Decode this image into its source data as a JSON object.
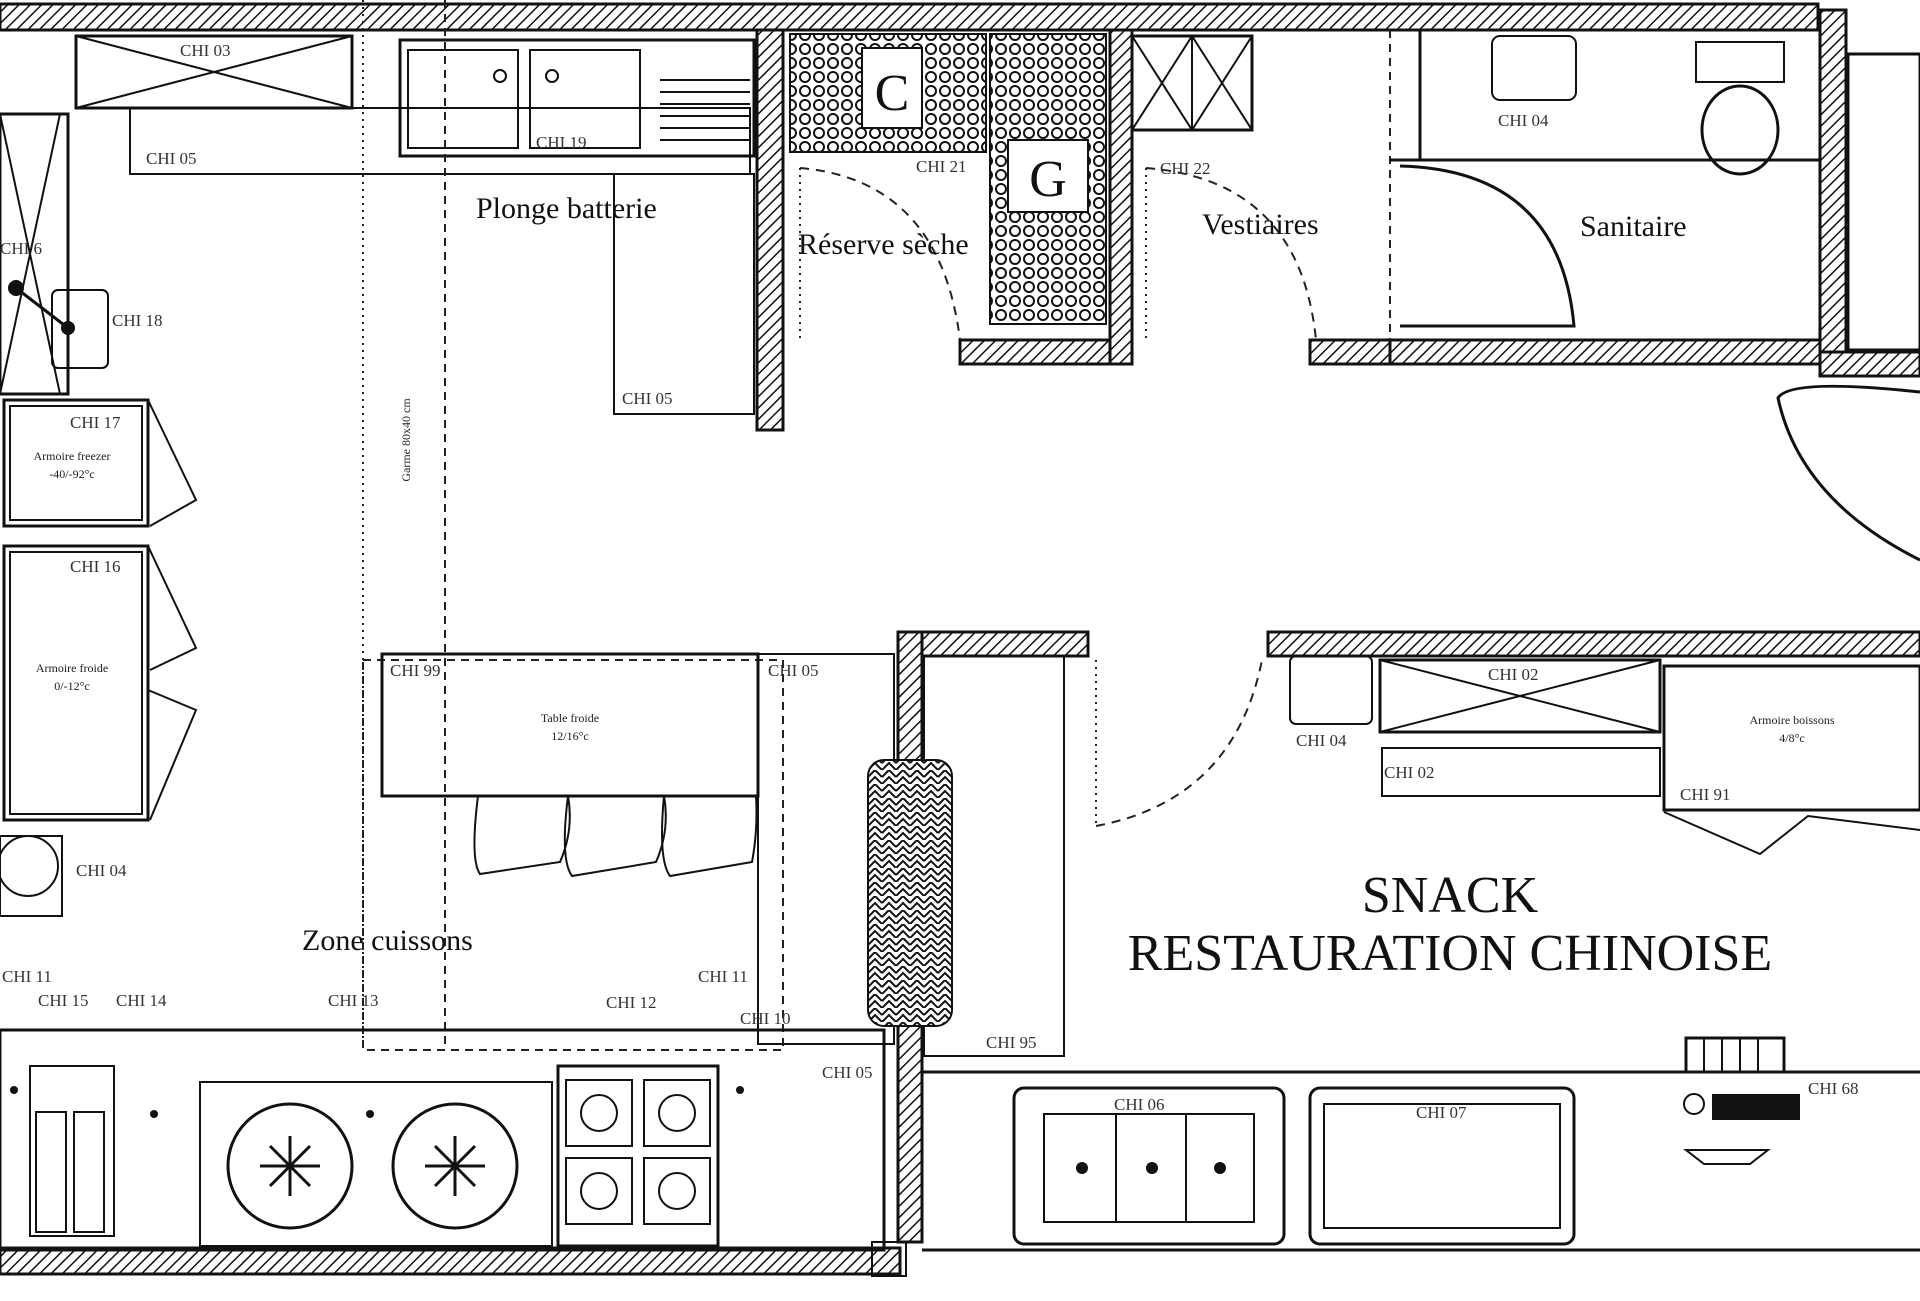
{
  "rooms": {
    "plonge": "Plonge batterie",
    "reserve": "Réserve sèche",
    "vestiaires": "Vestiaires",
    "sanitaire": "Sanitaire",
    "zone_cuissons": "Zone cuissons"
  },
  "snack": {
    "line1": "SNACK",
    "line2": "RESTAURATION CHINOISE"
  },
  "letters": {
    "c": "C",
    "g": "G"
  },
  "equipment": {
    "armoire_freezer": [
      "Armoire freezer",
      "-40/-92°c"
    ],
    "armoire_froide": [
      "Armoire froide",
      "0/-12°c"
    ],
    "table_froide": [
      "Table froide",
      "12/16°c"
    ],
    "armoire_boissons": [
      "Armoire boissons",
      "4/8°c"
    ],
    "hotte_vertical": "Garme 80x40 cm"
  },
  "tags": {
    "t03": "CHI 03",
    "t05a": "CHI 05",
    "t19": "CHI 19",
    "t21": "CHI 21",
    "t22": "CHI 22",
    "t04a": "CHI 04",
    "t6": "CHI 6",
    "t18": "CHI 18",
    "t05b": "CHI 05",
    "t17": "CHI 17",
    "t16": "CHI 16",
    "t99": "CHI 99",
    "t05c": "CHI 05",
    "t04b": "CHI 04",
    "t11": "CHI 11",
    "t15": "CHI 15",
    "t14": "CHI 14",
    "t13": "CHI 13",
    "t12": "CHI 12",
    "t11b": "CHI 11",
    "t10": "CHI 10",
    "t05d": "CHI 05",
    "t02a": "CHI 02",
    "t04c": "CHI 04",
    "t02b": "CHI 02",
    "t91": "CHI 91",
    "t95": "CHI 95",
    "t06": "CHI 06",
    "t07": "CHI 07",
    "t68": "CHI 68"
  }
}
